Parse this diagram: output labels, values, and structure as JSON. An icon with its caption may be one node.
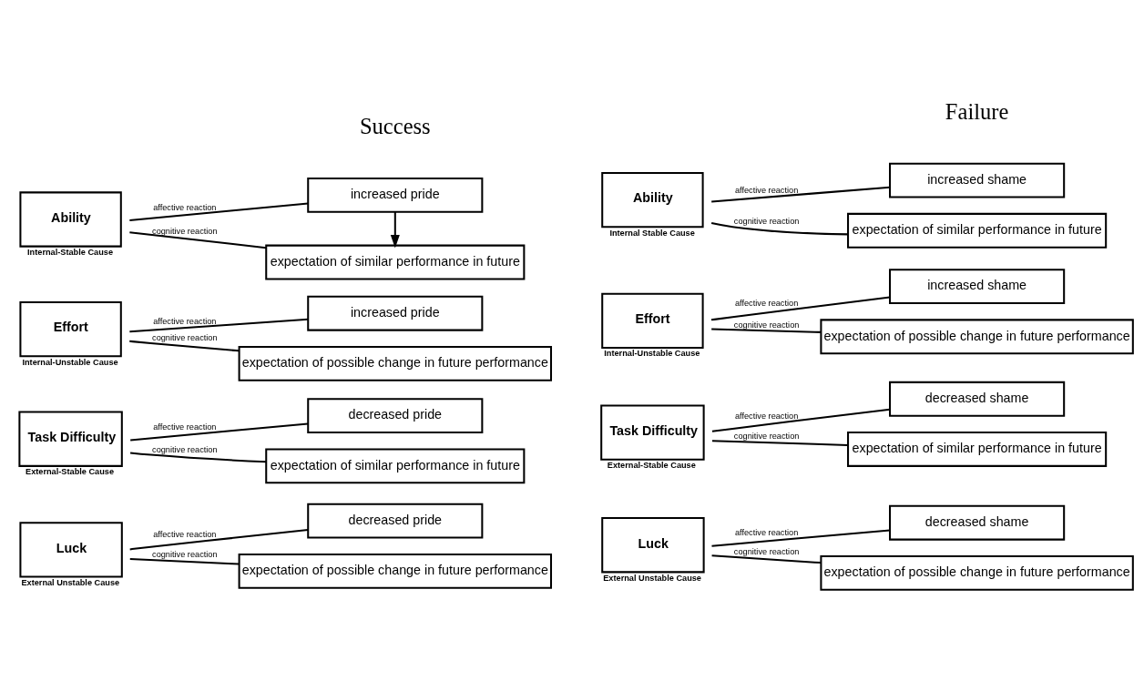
{
  "diagram": {
    "nodes": [
      {
        "text": [
          "Ability"
        ],
        "beside": [
          "Internal-Stable Cause"
        ]
      },
      {
        "text": [
          "increased pride"
        ]
      },
      {
        "text": [
          "expectation of similar performance in future"
        ]
      },
      {
        "text": [
          "Effort"
        ],
        "beside": [
          "Internal-Unstable Cause"
        ]
      },
      {
        "text": [
          "increased pride"
        ]
      },
      {
        "text": [
          "expectation of possible change in future performance"
        ]
      },
      {
        "text": [
          "Task Difficulty"
        ],
        "beside": [
          "External-Stable Cause"
        ]
      },
      {
        "text": [
          "decreased pride"
        ]
      },
      {
        "text": [
          "expectation of similar performance in future"
        ]
      },
      {
        "text": [
          "Luck"
        ],
        "beside": [
          "External Unstable Cause"
        ]
      },
      {
        "text": [
          "decreased pride"
        ]
      },
      {
        "text": [
          "expectation of possible change in future performance"
        ]
      },
      {
        "text": [
          "Ability"
        ],
        "beside": [
          "Internal Stable Cause"
        ]
      },
      {
        "text": [
          "increased shame"
        ]
      },
      {
        "text": [
          "expectation of similar performance in future"
        ]
      },
      {
        "text": [
          "Effort"
        ],
        "beside": [
          "Internal-Unstable Cause"
        ]
      },
      {
        "text": [
          "increased shame"
        ]
      },
      {
        "text": [
          "expectation of possible change in future performance"
        ]
      },
      {
        "text": [
          "Task Difficulty"
        ],
        "beside": [
          "External-Stable Cause"
        ]
      },
      {
        "text": [
          "decreased shame"
        ]
      },
      {
        "text": [
          "expectation of similar performance in future"
        ]
      },
      {
        "text": [
          "Luck"
        ],
        "beside": [
          "External Unstable Cause"
        ]
      },
      {
        "text": [
          "decreased shame"
        ]
      },
      {
        "text": [
          "expectation of possible change in future performance"
        ]
      }
    ],
    "edges": [
      {
        "from": 0,
        "to": 1,
        "arrow": "none",
        "label": "affective reaction"
      },
      {
        "from": 0,
        "to": 2,
        "arrow": "none",
        "label": "cognitive reaction"
      },
      {
        "from": 1,
        "to": 2,
        "arrow": "to"
      },
      {
        "from": 3,
        "to": 4,
        "arrow": "none",
        "label": "affective reaction"
      },
      {
        "from": 3,
        "to": 5,
        "arrow": "none",
        "label": "cognitive reaction"
      },
      {
        "from": 6,
        "to": 7,
        "arrow": "none",
        "label": "affective reaction"
      },
      {
        "from": 6,
        "to": 8,
        "arrow": "none",
        "label": "cognitive reaction"
      },
      {
        "from": 9,
        "to": 10,
        "arrow": "none",
        "label": "affective reaction"
      },
      {
        "from": 9,
        "to": 11,
        "arrow": "none",
        "label": "cognitive reaction"
      },
      {
        "from": 12,
        "to": 13,
        "arrow": "none",
        "label": "affective reaction"
      },
      {
        "from": 12,
        "to": 14,
        "arrow": "none",
        "label": "cognitive reaction"
      },
      {
        "from": 15,
        "to": 16,
        "arrow": "none",
        "label": "affective reaction"
      },
      {
        "from": 15,
        "to": 17,
        "arrow": "none",
        "label": "cognitive reaction"
      },
      {
        "from": 18,
        "to": 19,
        "arrow": "none",
        "label": "affective reaction"
      },
      {
        "from": 18,
        "to": 20,
        "arrow": "none",
        "label": "cognitive reaction"
      },
      {
        "from": 21,
        "to": 22,
        "arrow": "none",
        "label": "affective reaction"
      },
      {
        "from": 21,
        "to": 23,
        "arrow": "none",
        "label": "cognitive reaction"
      }
    ],
    "labels": [
      "Success",
      "Failure"
    ]
  }
}
